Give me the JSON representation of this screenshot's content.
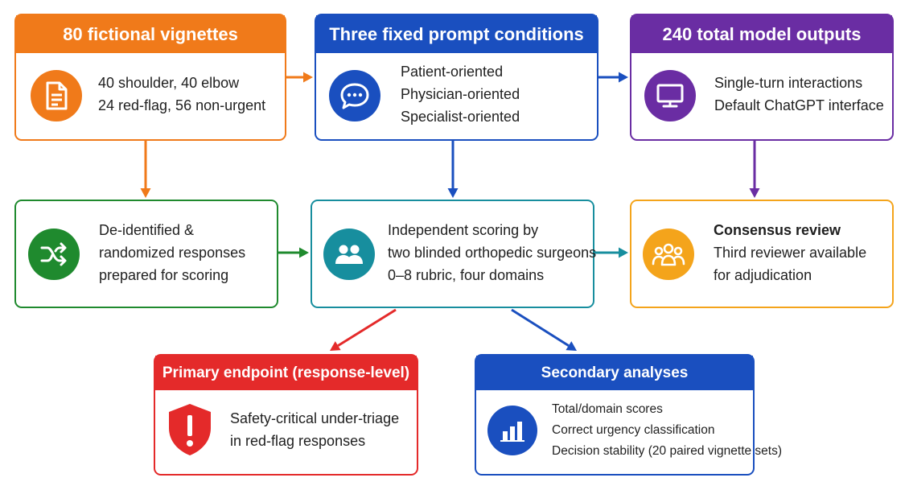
{
  "colors": {
    "orange": "#f07a1a",
    "blue": "#1a4fbf",
    "purple": "#6a2da3",
    "green": "#1f8a2e",
    "teal": "#178e9e",
    "amber": "#f4a41b",
    "red": "#e42a2a"
  },
  "boxes": {
    "vignettes": {
      "title": "80 fictional vignettes",
      "icon": "document-icon",
      "lines": [
        "40 shoulder, 40 elbow",
        "24 red-flag, 56 non-urgent"
      ]
    },
    "prompts": {
      "title": "Three fixed prompt conditions",
      "icon": "chat-bubble-icon",
      "lines": [
        "Patient-oriented",
        "Physician-oriented",
        "Specialist-oriented"
      ]
    },
    "outputs": {
      "title": "240 total model outputs",
      "icon": "monitor-icon",
      "lines": [
        "Single-turn interactions",
        "Default ChatGPT interface"
      ]
    },
    "deidentified": {
      "icon": "shuffle-icon",
      "lines": [
        "De-identified &",
        "randomized responses",
        "prepared for scoring"
      ]
    },
    "scoring": {
      "icon": "people-icon",
      "lines": [
        "Independent scoring by",
        "two blinded orthopedic surgeons",
        "0–8 rubric, four domains"
      ]
    },
    "consensus": {
      "icon": "group-icon",
      "title": "Consensus review",
      "lines": [
        "Third reviewer available",
        "for adjudication"
      ]
    },
    "primary": {
      "title": "Primary endpoint (response-level)",
      "icon": "shield-alert-icon",
      "lines": [
        "Safety-critical under-triage",
        "in red-flag responses"
      ]
    },
    "secondary": {
      "title": "Secondary analyses",
      "icon": "bar-chart-icon",
      "lines": [
        "Total/domain scores",
        "Correct urgency classification",
        "Decision stability (20 paired vignette sets)"
      ]
    }
  }
}
